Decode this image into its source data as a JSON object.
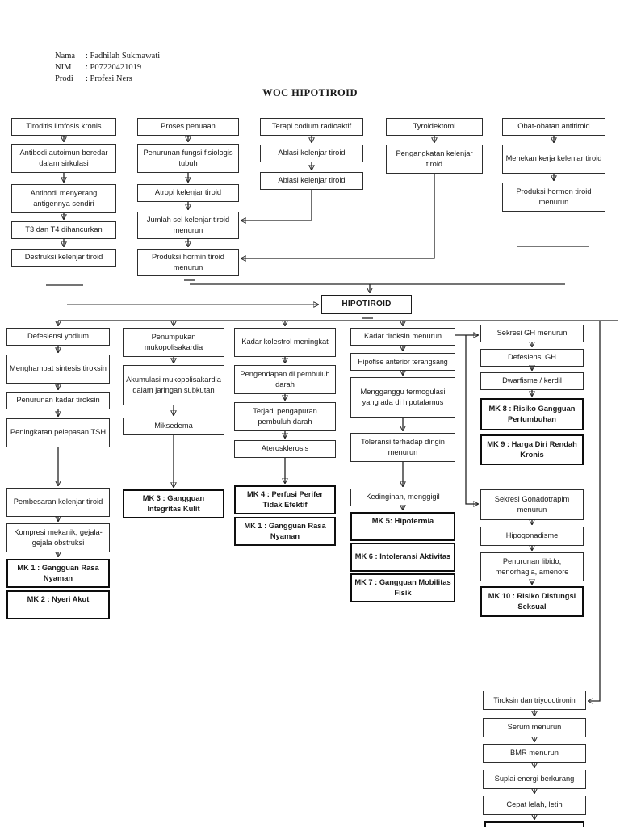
{
  "student": {
    "name_label": "Nama",
    "name_value": ": Fadhilah Sukmawati",
    "nim_label": "NIM",
    "nim_value": ": P07220421019",
    "prodi_label": "Prodi",
    "prodi_value": ": Profesi Ners"
  },
  "title": "WOC HIPOTIROID",
  "nodes": {
    "t1a": "Tiroditis limfosis kronis",
    "t1b": "Antibodi autoimun beredar dalam sirkulasi",
    "t1c": "Antibodi menyerang antigennya sendiri",
    "t1d": "T3 dan T4 dihancurkan",
    "t1e": "Destruksi kelenjar tiroid",
    "t2a": "Proses penuaan",
    "t2b": "Penurunan fungsi fisiologis tubuh",
    "t2c": "Atropi kelenjar tiroid",
    "t2d": "Jumlah sel kelenjar tiroid menurun",
    "t2e": "Produksi hormin tiroid menurun",
    "t3a": "Terapi codium radioaktif",
    "t3b": "Ablasi kelenjar tiroid",
    "t3c": "Ablasi kelenjar tiroid",
    "t4a": "Tyroidektomi",
    "t4b": "Pengangkatan kelenjar tiroid",
    "t5a": "Obat-obatan antitiroid",
    "t5b": "Menekan kerja kelenjar tiroid",
    "t5c": "Produksi hormon tiroid menurun",
    "hipotiroid": "HIPOTIROID",
    "a1": "Defesiensi yodium",
    "a2": "Menghambat sintesis tiroksin",
    "a3": "Penurunan kadar tiroksin",
    "a4": "Peningkatan pelepasan TSH",
    "a5": "Pembesaran kelenjar tiroid",
    "a6": "Kompresi mekanik, gejala-gejala obstruksi",
    "a7": "MK 1 : Gangguan Rasa Nyaman",
    "a8": "MK 2 : Nyeri Akut",
    "b1": "Penumpukan mukopolisakardia",
    "b2": "Akumulasi mukopolisakardia dalam jaringan subkutan",
    "b3": "Miksedema",
    "b4": "MK 3 : Gangguan Integritas Kulit",
    "c1": "Kadar kolestrol meningkat",
    "c2": "Pengendapan di pembuluh darah",
    "c3": "Terjadi pengapuran pembuluh darah",
    "c4": "Aterosklerosis",
    "c5": "MK 4 : Perfusi Perifer Tidak Efektif",
    "c6": "MK 1 : Gangguan Rasa Nyaman",
    "d1": "Kadar tiroksin menurun",
    "d2": "Hipofise anterior terangsang",
    "d3": "Mengganggu termogulasi yang ada di hipotalamus",
    "d4": "Toleransi terhadap dingin menurun",
    "d5": "Kedinginan, menggigil",
    "d6": "MK 5: Hipotermia",
    "d7": "MK 6 : Intoleransi Aktivitas",
    "d8": "MK 7 : Gangguan Mobilitas Fisik",
    "e1": "Sekresi GH menurun",
    "e2": "Defesiensi GH",
    "e3": "Dwarfisme / kerdil",
    "e4": "MK 8 : Risiko Gangguan Pertumbuhan",
    "e5": "MK 9 : Harga Diri Rendah Kronis",
    "e6": "Sekresi Gonadotrapim menurun",
    "e7": "Hipogonadisme",
    "e8": "Penurunan libido, menorhagia, amenore",
    "e9": "MK 10 : Risiko Disfungsi Seksual",
    "f1": "Tiroksin dan triyodotironin",
    "f2": "Serum menurun",
    "f3": "BMR menurun",
    "f4": "Suplai energi berkurang",
    "f5": "Cepat lelah, letih"
  }
}
